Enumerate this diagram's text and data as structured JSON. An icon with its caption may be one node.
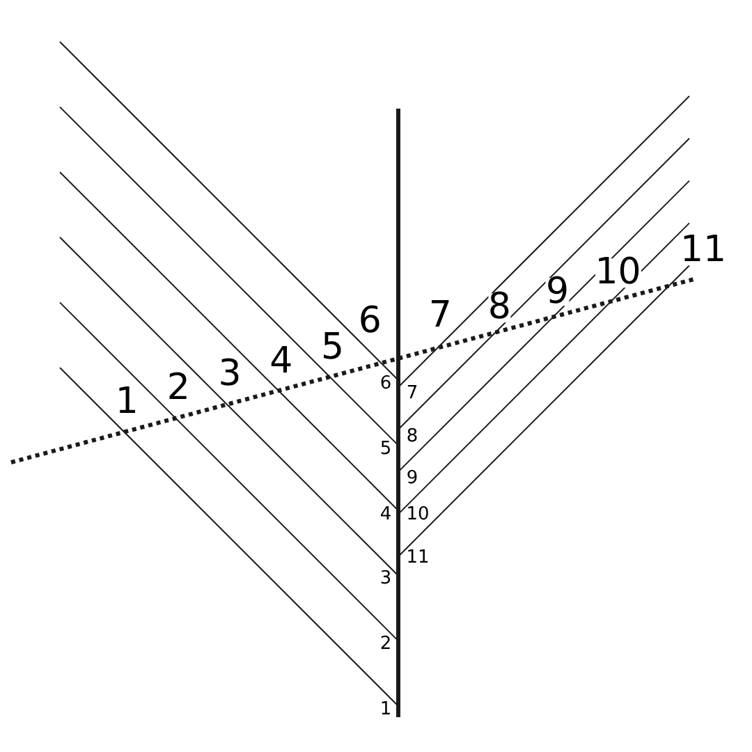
{
  "diagram": {
    "labels": [
      "1",
      "2",
      "3",
      "4",
      "5",
      "6",
      "7",
      "8",
      "9",
      "10",
      "11",
      "6",
      "5",
      "4",
      "3",
      "2",
      "1",
      "7",
      "8",
      "9",
      "10",
      "11"
    ]
  }
}
